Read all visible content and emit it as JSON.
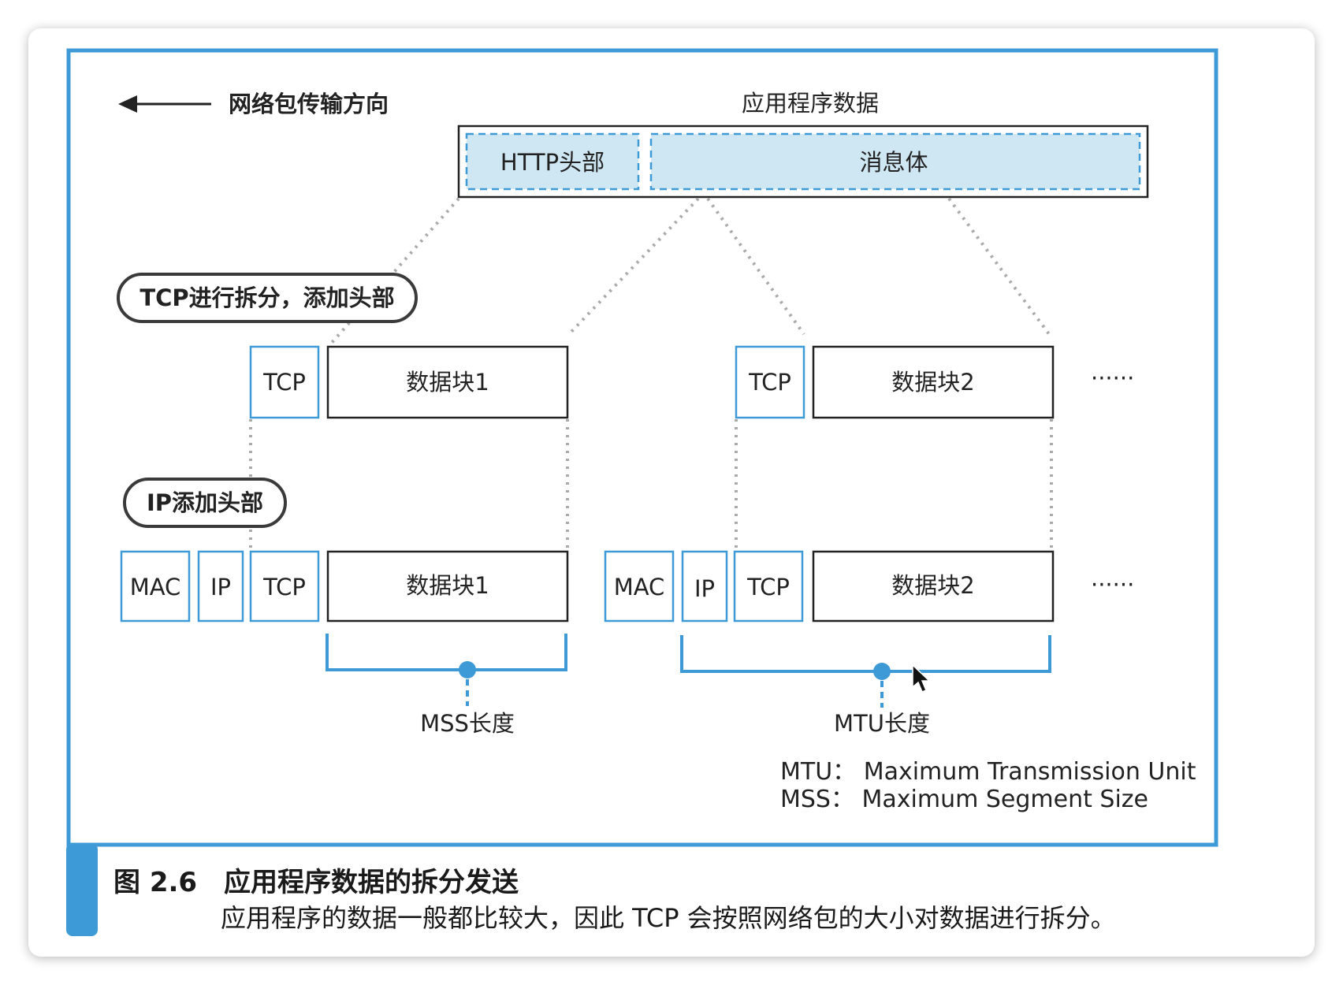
{
  "direction_label": "网络包传输方向",
  "app_data_label": "应用程序数据",
  "http_header_label": "HTTP头部",
  "message_body_label": "消息体",
  "tcp_split_label": "TCP进行拆分，添加头部",
  "ip_add_label": "IP添加头部",
  "tcp_label": "TCP",
  "ip_label": "IP",
  "mac_label": "MAC",
  "chunk1_label": "数据块1",
  "chunk2_label": "数据块2",
  "ellipsis": "······",
  "mss_length_label": "MSS长度",
  "mtu_length_label": "MTU长度",
  "legend": {
    "mtu": "MTU：  Maximum Transmission Unit",
    "mss": "MSS：  Maximum Segment Size"
  },
  "caption": {
    "number": "图 2.6",
    "title": "应用程序数据的拆分发送",
    "description": "应用程序的数据一般都比较大，因此 TCP 会按照网络包的大小对数据进行拆分。"
  },
  "colors": {
    "accent_blue": "#3d9ad6",
    "light_blue_fill": "#cfe6f3",
    "frame": "#222222",
    "dotted": "#aaaaaa"
  }
}
